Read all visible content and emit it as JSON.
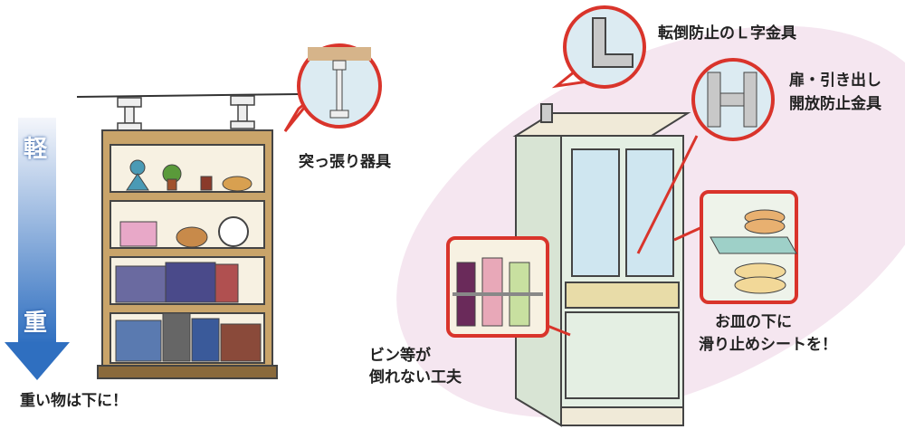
{
  "left": {
    "light_label": "軽",
    "heavy_label": "重",
    "caption": "重い物は下に！",
    "tension_rod_label": "突っ張り器具"
  },
  "right": {
    "l_bracket_label": "転倒防止のＬ字金具",
    "latch_label_line1": "扉・引き出し",
    "latch_label_line2": "開放防止金具",
    "plate_label_line1": "お皿の下に",
    "plate_label_line2": "滑り止めシートを！",
    "bottle_label_line1": "ビン等が",
    "bottle_label_line2": "倒れない工夫"
  },
  "colors": {
    "arrow_top": "#f4f6fb",
    "arrow_bottom": "#2f6fc0",
    "callout_border": "#d9342b",
    "bg_ellipse": "#f5e6f0",
    "cabinet": "#e4efe3",
    "shelf": "#c9a46a"
  }
}
